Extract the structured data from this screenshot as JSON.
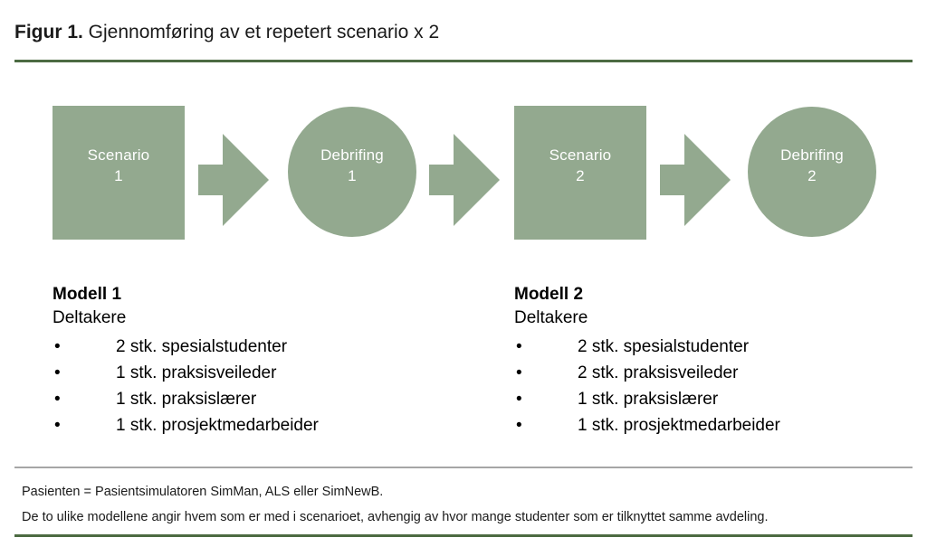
{
  "header": {
    "figure_label": "Figur 1.",
    "figure_caption": " Gjennomføring av et repetert scenario x 2",
    "rule_color": "#4c6b42"
  },
  "diagram": {
    "shape_color": "#93a98f",
    "text_color": "#ffffff",
    "nodes": [
      {
        "id": "scenario-1",
        "shape": "square",
        "line1": "Scenario",
        "line2": "1"
      },
      {
        "id": "debriefing-1",
        "shape": "circle",
        "line1": "Debrifing",
        "line2": "1"
      },
      {
        "id": "scenario-2",
        "shape": "square",
        "line1": "Scenario",
        "line2": "2"
      },
      {
        "id": "debriefing-2",
        "shape": "circle",
        "line1": "Debrifing",
        "line2": "2"
      }
    ],
    "connectors": [
      {
        "id": "arrow-1",
        "icon": "right-arrow-icon"
      },
      {
        "id": "arrow-2",
        "icon": "right-arrow-icon"
      },
      {
        "id": "arrow-3",
        "icon": "right-arrow-icon"
      }
    ]
  },
  "models": [
    {
      "title": "Modell 1",
      "subtitle": "Deltakere",
      "bullet": "•",
      "items": [
        "2 stk. spesialstudenter",
        "1 stk. praksisveileder",
        "1 stk. praksislærer",
        "1 stk. prosjektmedarbeider"
      ]
    },
    {
      "title": "Modell 2",
      "subtitle": "Deltakere",
      "bullet": "•",
      "items": [
        "2 stk. spesialstudenter",
        "2 stk. praksisveileder",
        "1 stk. praksislærer",
        "1 stk. prosjektmedarbeider"
      ]
    }
  ],
  "footnotes": {
    "divider_color": "#a6a6a6",
    "lines": [
      "Pasienten = Pasientsimulatoren SimMan, ALS eller SimNewB.",
      "De to ulike modellene angir hvem som er med i scenarioet, avhengig av hvor mange studenter som er tilknyttet samme avdeling."
    ]
  }
}
